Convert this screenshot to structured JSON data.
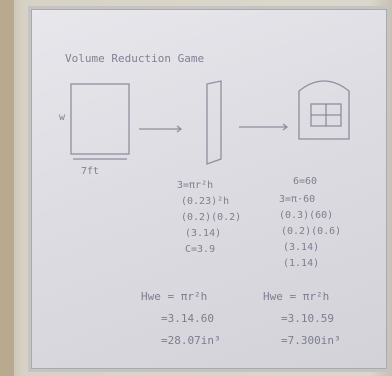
{
  "board": {
    "heading": "Volume Reduction Game",
    "label_w": "w",
    "label_left_bottom": "7ft",
    "label_right_mid": "6=60",
    "left_eq": [
      "3=πr²h",
      "(0.23)²h",
      "(0.2)(0.2)",
      "(3.14)",
      "C=3.9"
    ],
    "right_eq": [
      "3=π·60",
      "(0.3)(60)",
      "(0.2)(0.6)",
      "(3.14)",
      "(1.14)"
    ],
    "calc_left": [
      "Hwe = πr²h",
      "=3.14.60",
      "=28.07in³"
    ],
    "calc_right": [
      "Hwe = πr²h",
      "=3.10.59",
      "=7.300in³"
    ]
  }
}
